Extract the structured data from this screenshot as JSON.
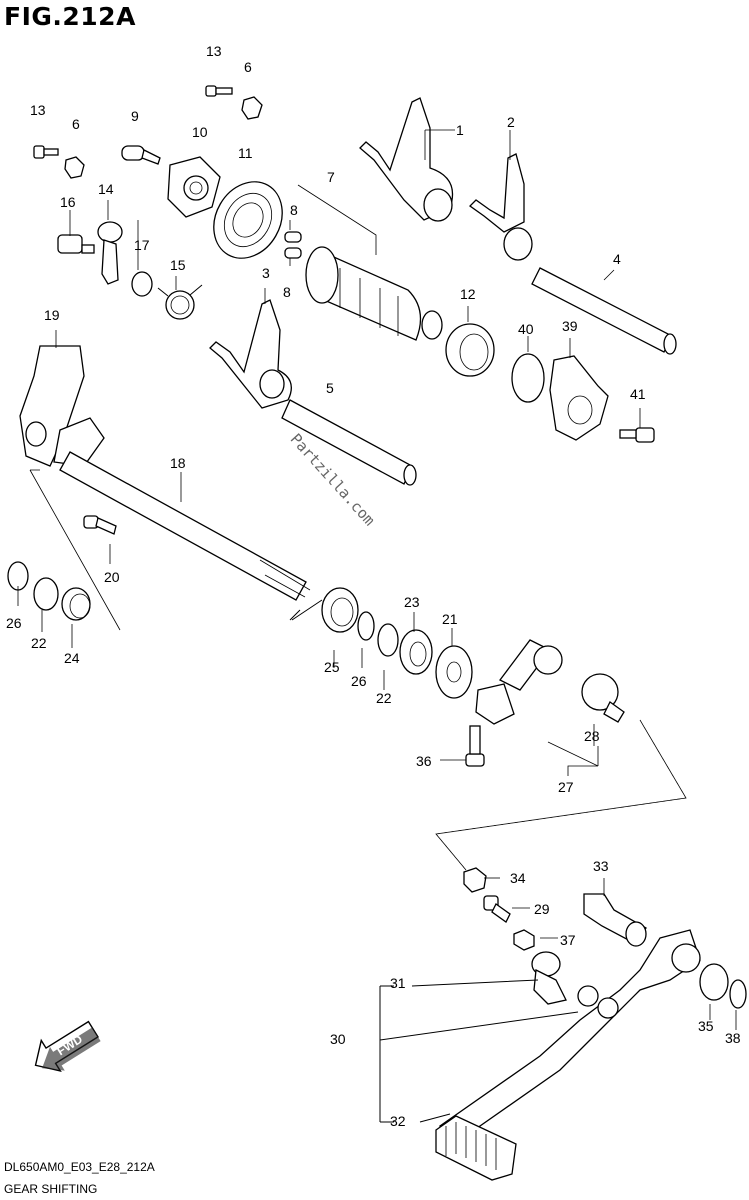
{
  "figure": {
    "title": "FIG.212A",
    "code": "DL650AM0_E03_E28_212A",
    "caption": "GEAR SHIFTING",
    "watermark": "Partzilla.com",
    "fwd_label": "FWD"
  },
  "callouts": [
    {
      "id": "c13a",
      "label": "13"
    },
    {
      "id": "c6a",
      "label": "6"
    },
    {
      "id": "c13b",
      "label": "13"
    },
    {
      "id": "c9",
      "label": "9"
    },
    {
      "id": "c10",
      "label": "10"
    },
    {
      "id": "c6b",
      "label": "6"
    },
    {
      "id": "c11",
      "label": "11"
    },
    {
      "id": "c1",
      "label": "1"
    },
    {
      "id": "c2",
      "label": "2"
    },
    {
      "id": "c7",
      "label": "7"
    },
    {
      "id": "c14",
      "label": "14"
    },
    {
      "id": "c16",
      "label": "16"
    },
    {
      "id": "c17",
      "label": "17"
    },
    {
      "id": "c15",
      "label": "15"
    },
    {
      "id": "c8a",
      "label": "8"
    },
    {
      "id": "c8b",
      "label": "8"
    },
    {
      "id": "c3",
      "label": "3"
    },
    {
      "id": "c4",
      "label": "4"
    },
    {
      "id": "c12",
      "label": "12"
    },
    {
      "id": "c40",
      "label": "40"
    },
    {
      "id": "c39",
      "label": "39"
    },
    {
      "id": "c19",
      "label": "19"
    },
    {
      "id": "c5",
      "label": "5"
    },
    {
      "id": "c41",
      "label": "41"
    },
    {
      "id": "c18",
      "label": "18"
    },
    {
      "id": "c20",
      "label": "20"
    },
    {
      "id": "c26a",
      "label": "26"
    },
    {
      "id": "c22a",
      "label": "22"
    },
    {
      "id": "c24",
      "label": "24"
    },
    {
      "id": "c23",
      "label": "23"
    },
    {
      "id": "c21",
      "label": "21"
    },
    {
      "id": "c25",
      "label": "25"
    },
    {
      "id": "c26b",
      "label": "26"
    },
    {
      "id": "c22b",
      "label": "22"
    },
    {
      "id": "c28",
      "label": "28"
    },
    {
      "id": "c36",
      "label": "36"
    },
    {
      "id": "c27",
      "label": "27"
    },
    {
      "id": "c33",
      "label": "33"
    },
    {
      "id": "c34",
      "label": "34"
    },
    {
      "id": "c29",
      "label": "29"
    },
    {
      "id": "c37",
      "label": "37"
    },
    {
      "id": "c31",
      "label": "31"
    },
    {
      "id": "c30",
      "label": "30"
    },
    {
      "id": "c35",
      "label": "35"
    },
    {
      "id": "c38",
      "label": "38"
    },
    {
      "id": "c32",
      "label": "32"
    }
  ]
}
